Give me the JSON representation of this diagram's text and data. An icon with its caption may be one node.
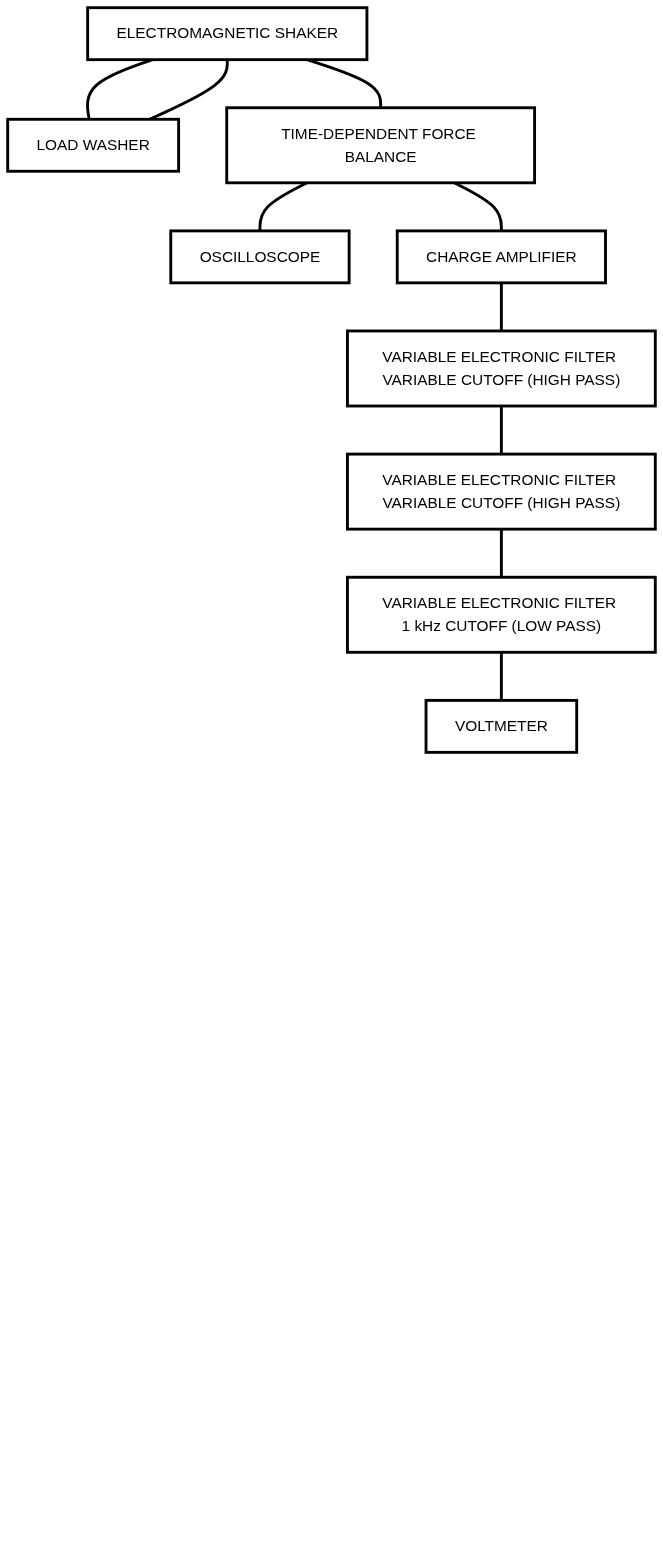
{
  "diagram": {
    "nodes": [
      {
        "text": [
          "ELECTROMAGNETIC SHAKER"
        ]
      },
      {
        "text": [
          "LOAD WASHER"
        ]
      },
      {
        "text": [
          "TIME-DEPENDENT FORCE BALANCE"
        ]
      },
      {
        "text": [
          "OSCILLOSCOPE"
        ]
      },
      {
        "text": [
          "CHARGE AMPLIFIER"
        ]
      },
      {
        "text": [
          "VARIABLE ELECTRONIC FILTER VARIABLE CUTOFF (HIGH PASS)"
        ]
      },
      {
        "text": [
          "VARIABLE ELECTRONIC FILTER VARIABLE CUTOFF (HIGH PASS)"
        ]
      },
      {
        "text": [
          "VARIABLE ELECTRONIC FILTER 1 kHz CUTOFF (LOW PASS)"
        ]
      },
      {
        "text": [
          "VOLTMETER"
        ]
      }
    ],
    "edges": [
      {
        "from": 0,
        "to": 1,
        "arrow": "none"
      },
      {
        "from": 0,
        "to": 1,
        "arrow": "none"
      },
      {
        "from": 0,
        "to": 2,
        "arrow": "none"
      },
      {
        "from": 2,
        "to": 3,
        "arrow": "none"
      },
      {
        "from": 2,
        "to": 4,
        "arrow": "none"
      },
      {
        "from": 4,
        "to": 5,
        "arrow": "none"
      },
      {
        "from": 5,
        "to": 6,
        "arrow": "none"
      },
      {
        "from": 6,
        "to": 7,
        "arrow": "none"
      },
      {
        "from": 7,
        "to": 8,
        "arrow": "none"
      }
    ]
  }
}
